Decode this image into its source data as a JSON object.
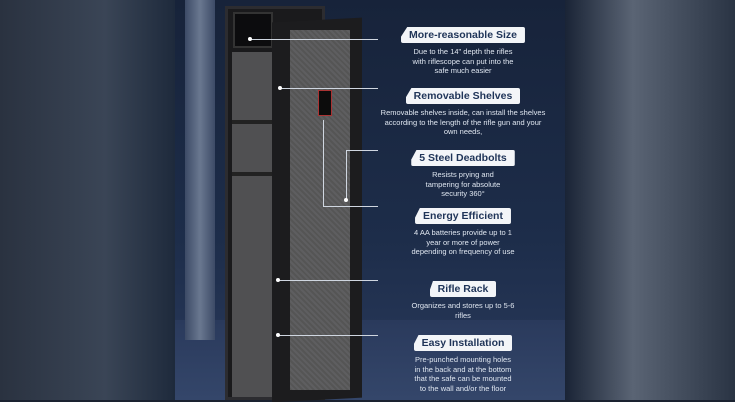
{
  "features": [
    {
      "title": "More-reasonable Size",
      "desc": "Due to the 14\" depth the rifles with riflescope can put into the safe much easier"
    },
    {
      "title": "Removable Shelves",
      "desc": "Removable shelves inside, can install the shelves according to the length of the rifle gun and your own needs,"
    },
    {
      "title": "5 Steel Deadbolts",
      "desc": "Resists prying and tampering for absolute security 360°"
    },
    {
      "title": "Energy Efficient",
      "desc": "4 AA batteries provide up to 1 year or more of power depending on frequency of use"
    },
    {
      "title": "Rifle Rack",
      "desc": "Organizes and stores up to 5-6 rifles"
    },
    {
      "title": "Easy Installation",
      "desc": "Pre-punched mounting holes in the back and at the bottom that the safe can be mounted to the wall and/or the floor"
    }
  ],
  "colors": {
    "label_bg": "#f3f5f8",
    "label_text": "#1f3458",
    "background": "#1d2d4a"
  }
}
